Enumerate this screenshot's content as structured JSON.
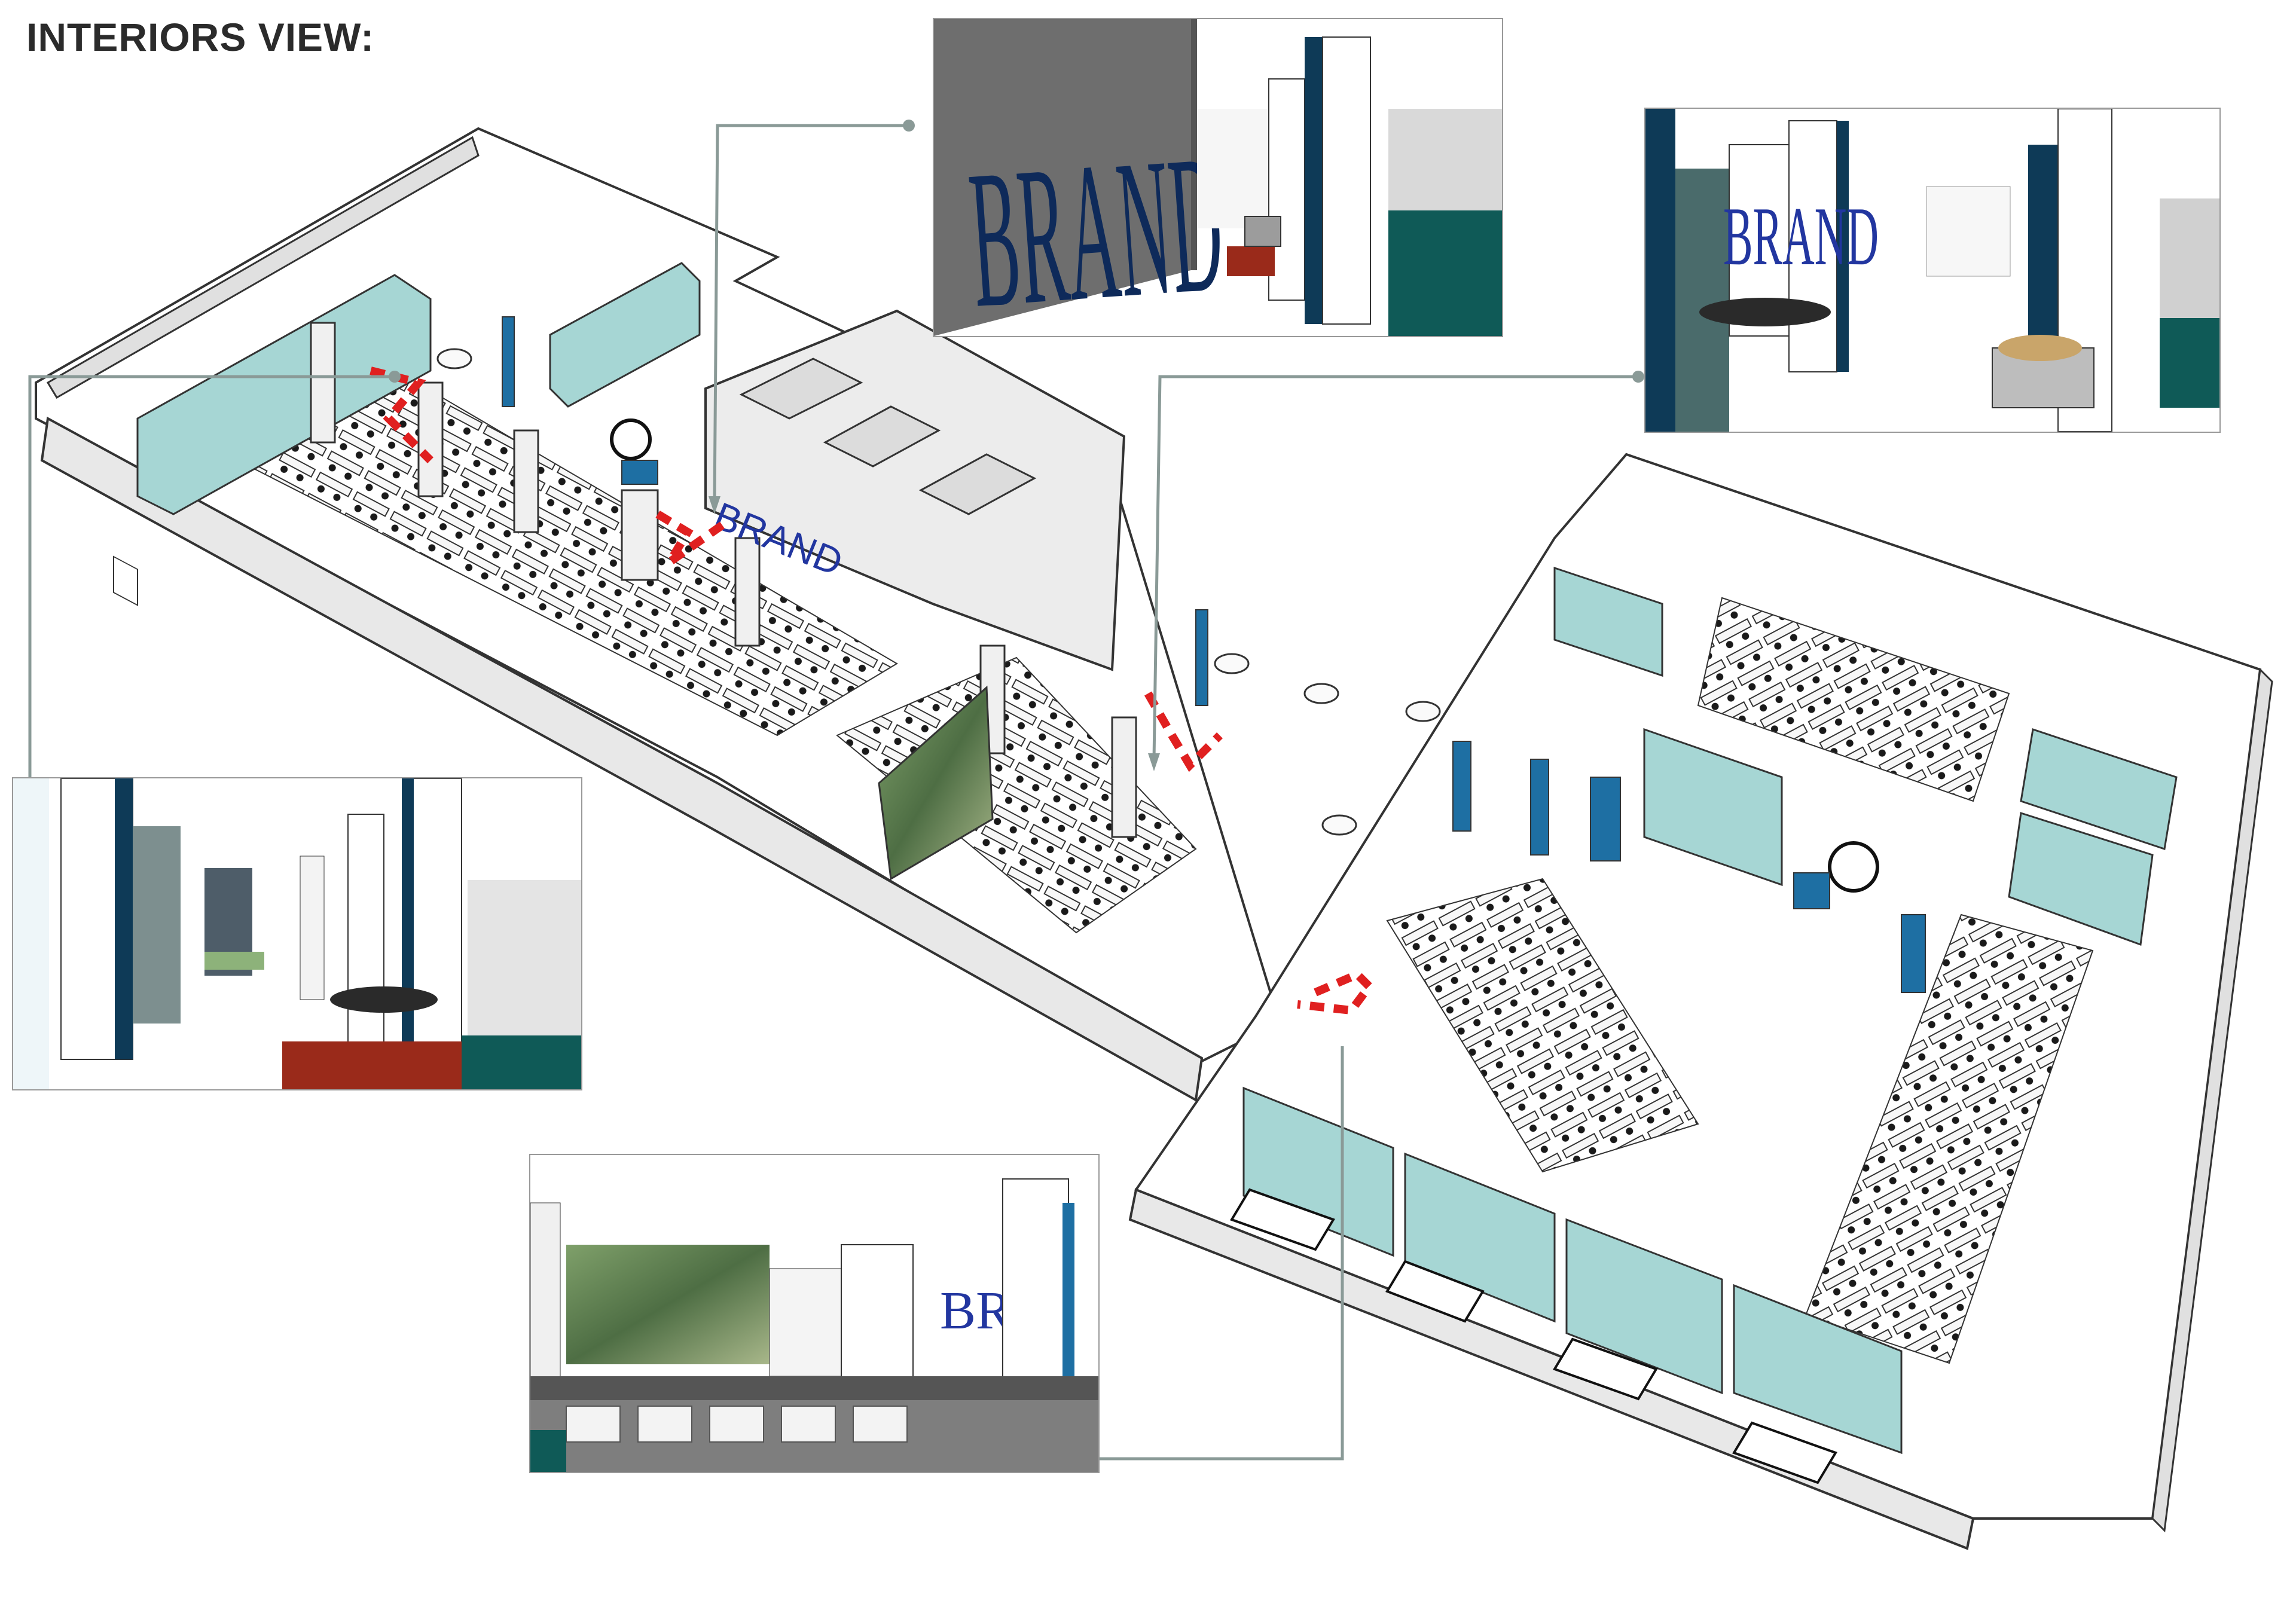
{
  "page": {
    "title": "INTERIORS VIEW:"
  },
  "branding": {
    "wall_text": "BRAND",
    "inset_brand_text": "BRAND",
    "inset_brand_partial": "BRAND",
    "inset_corridor_partial": "BR"
  },
  "colors": {
    "accent_teal": "#9fd4d3",
    "accent_blue": "#1e6fa3",
    "dark_navy": "#0e3a57",
    "floor": "#ffffff",
    "wall": "#e6e6e6",
    "route_dash": "#e02020",
    "leader_line": "#8a9a97",
    "carpet_red": "#9a2a1a",
    "carpet_teal": "#0f5a57"
  },
  "views": [
    {
      "id": "reception-branding-wall"
    },
    {
      "id": "brand-corridor-lounge"
    },
    {
      "id": "breakout-corridor"
    },
    {
      "id": "landscape-mural-workstations"
    }
  ]
}
